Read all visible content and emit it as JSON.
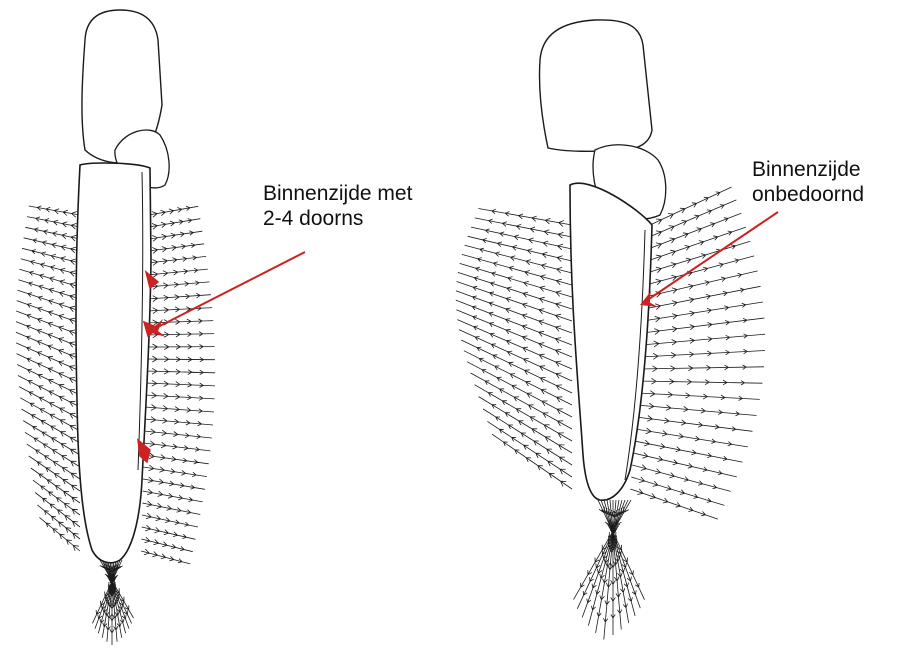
{
  "annotations": {
    "left": {
      "line1": "Binnenzijde met",
      "line2": "2-4 doorns"
    },
    "right": {
      "line1": "Binnenzijde",
      "line2": "onbedoornd"
    }
  },
  "colors": {
    "background": "#ffffff",
    "ink": "#1a1a1a",
    "highlight": "#cc2222",
    "arrow": "#cc2222"
  }
}
